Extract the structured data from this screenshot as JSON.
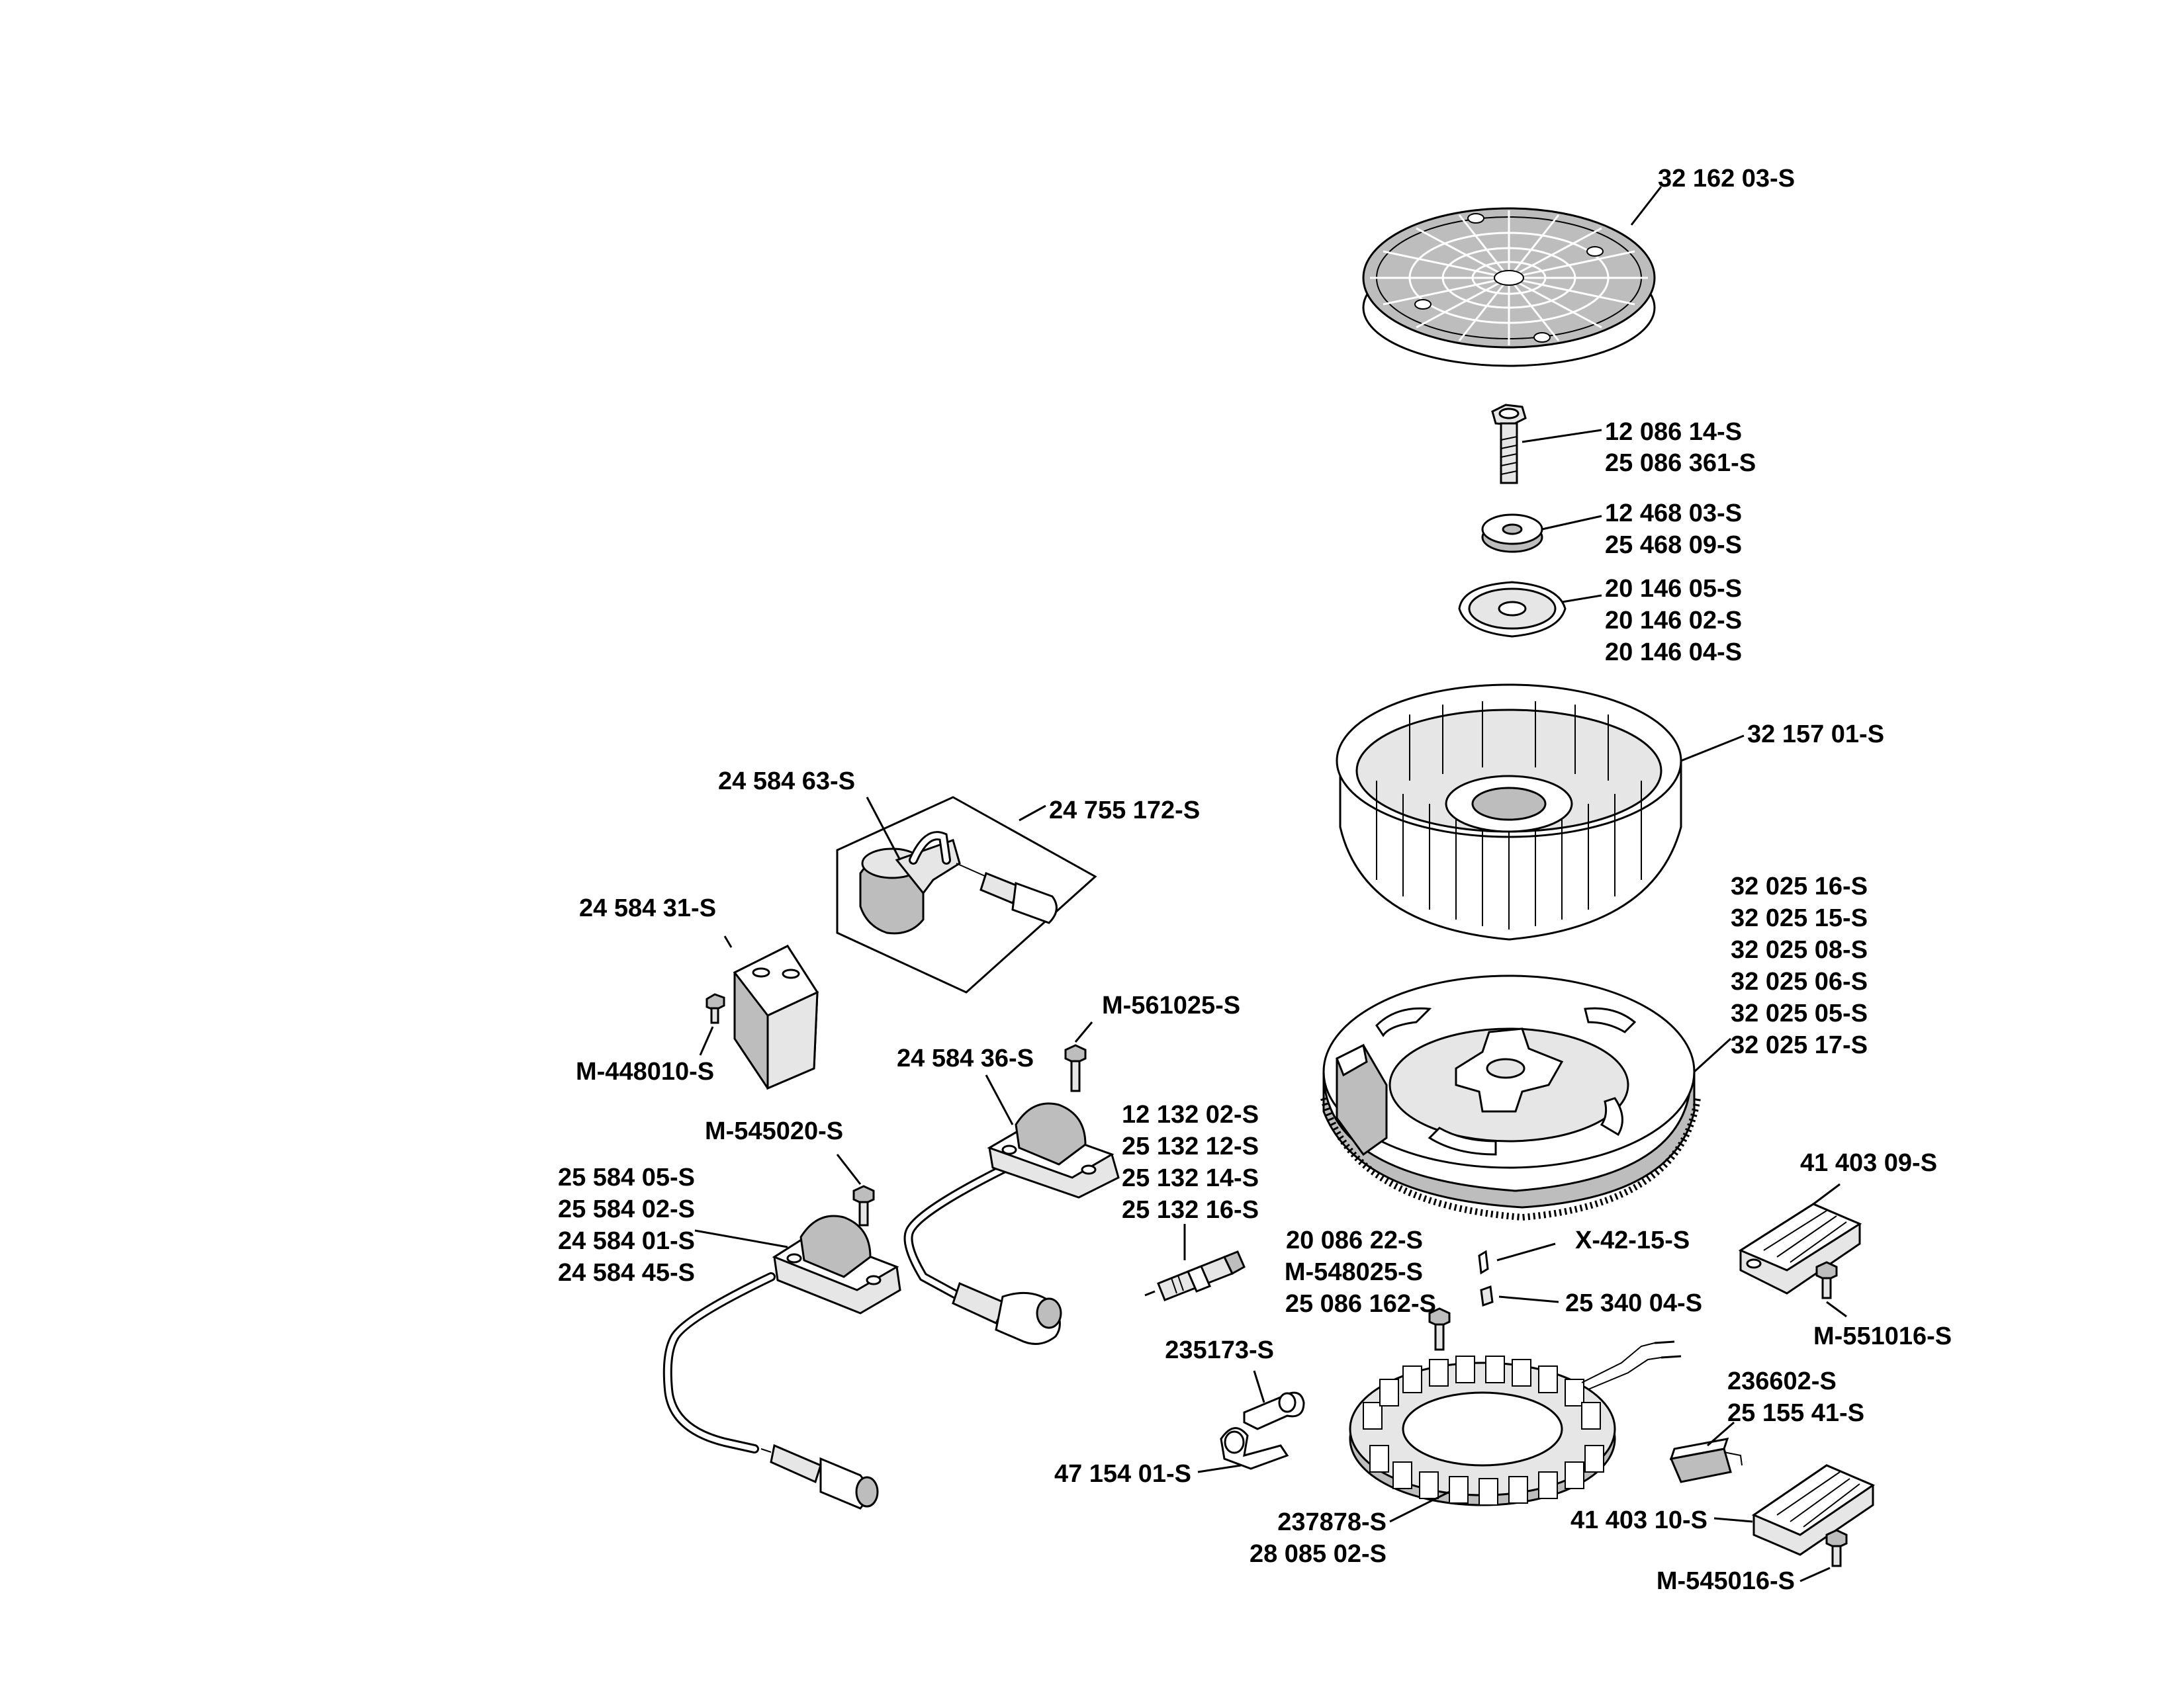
{
  "labels": {
    "fan_screen": "32 162 03-S",
    "flywheel_bolt": [
      "12 086 14-S",
      "25 086 361-S"
    ],
    "washer": [
      "12 468 03-S",
      "25 468 09-S"
    ],
    "fan_adapter": [
      "20 146 05-S",
      "20 146 02-S",
      "20 146 04-S"
    ],
    "fan": "32 157 01-S",
    "flywheel": [
      "32 025 16-S",
      "32 025 15-S",
      "32 025 08-S",
      "32 025 06-S",
      "32 025 05-S",
      "32 025 17-S"
    ],
    "rectifier_top": "41 403 09-S",
    "rectifier_top_screw": "M-551016-S",
    "key_small": "X-42-15-S",
    "key": "25 340 04-S",
    "stator_screws": [
      "20 086 22-S",
      "M-548025-S",
      "25 086 162-S"
    ],
    "stator": [
      "237878-S",
      "28 085 02-S"
    ],
    "connector": [
      "236602-S",
      "25 155 41-S"
    ],
    "rectifier_bottom": "41 403 10-S",
    "rectifier_bottom_screw": "M-545016-S",
    "clip_upper": "235173-S",
    "clip_lower": "47 154 01-S",
    "spark_plug": [
      "12 132 02-S",
      "25 132 12-S",
      "25 132 14-S",
      "25 132 16-S"
    ],
    "ignition_coil_right": "24 584 36-S",
    "coil_right_screw": "M-561025-S",
    "kit_coil": "24 584 63-S",
    "kit": "24 755 172-S",
    "module": "24 584 31-S",
    "module_screw": "M-448010-S",
    "coil_left_screw": "M-545020-S",
    "ignition_coil_left": [
      "25 584 05-S",
      "25 584 02-S",
      "24 584 01-S",
      "24 584 45-S"
    ]
  }
}
